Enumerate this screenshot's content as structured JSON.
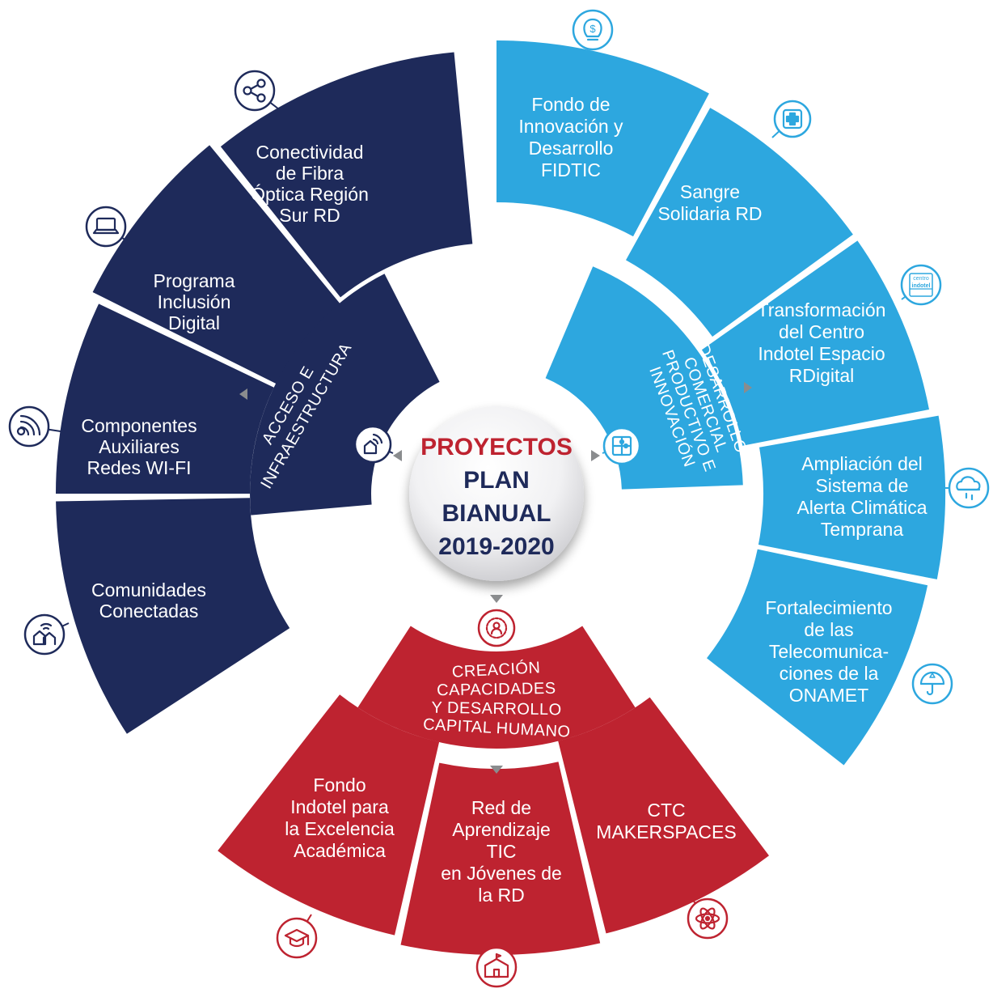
{
  "center": {
    "line1": "PROYECTOS",
    "line2": "PLAN",
    "line3": "BIANUAL",
    "line4": "2019-2020"
  },
  "colors": {
    "navy": "#1e2a5a",
    "blue": "#2da7df",
    "red": "#be2330"
  },
  "categories": {
    "infra": {
      "lines": [
        "ACCESO E",
        "INFRAESTRUCTURA"
      ],
      "icon": "wireless-house-icon"
    },
    "desarrollo": {
      "lines": [
        "DESARROLLO",
        "COMERCIAL",
        "PRODUCTIVO E",
        "INNOVACIÓN"
      ],
      "icon": "puzzle-icon"
    },
    "capacidades": {
      "lines": [
        "CREACIÓN",
        "CAPACIDADES",
        "Y DESARROLLO",
        "CAPITAL HUMANO"
      ],
      "icon": "people-gear-icon"
    }
  },
  "infra_items": [
    {
      "lines": [
        "Conectividad",
        "de Fibra",
        "Óptica Región",
        "Sur RD"
      ],
      "icon": "share-network-icon"
    },
    {
      "lines": [
        "Programa",
        "Inclusión",
        "Digital"
      ],
      "icon": "laptop-icon"
    },
    {
      "lines": [
        "Componentes",
        "Auxiliares",
        "Redes WI-FI"
      ],
      "icon": "wifi-icon"
    },
    {
      "lines": [
        "Comunidades",
        "Conectadas"
      ],
      "icon": "connected-houses-icon"
    }
  ],
  "desarrollo_items": [
    {
      "lines": [
        "Fondo de",
        "Innovación y",
        "Desarrollo",
        "FIDTIC"
      ],
      "icon": "lightbulb-dollar-icon"
    },
    {
      "lines": [
        "Sangre",
        "Solidaria RD"
      ],
      "icon": "medical-cross-icon"
    },
    {
      "lines": [
        "Transformación",
        "del Centro",
        "Indotel Espacio",
        "RDigital"
      ],
      "icon": "centro-indotel-logo",
      "logo_text": [
        "centro",
        "indotel"
      ]
    },
    {
      "lines": [
        "Ampliación del",
        "Sistema de",
        "Alerta Climática",
        "Temprana"
      ],
      "icon": "cloud-rain-icon"
    },
    {
      "lines": [
        "Fortalecimiento",
        "de las",
        "Telecomunica-",
        "ciones de la",
        "ONAMET"
      ],
      "icon": "umbrella-warning-icon"
    }
  ],
  "capacidades_items": [
    {
      "lines": [
        "Fondo",
        "Indotel para",
        "la Excelencia",
        "Académica"
      ],
      "icon": "graduation-cap-icon"
    },
    {
      "lines": [
        "Red de",
        "Aprendizaje",
        "TIC",
        "en Jóvenes de",
        "la RD"
      ],
      "icon": "school-building-icon"
    },
    {
      "lines": [
        "CTC",
        "MAKERSPACES"
      ],
      "icon": "atom-icon"
    }
  ]
}
